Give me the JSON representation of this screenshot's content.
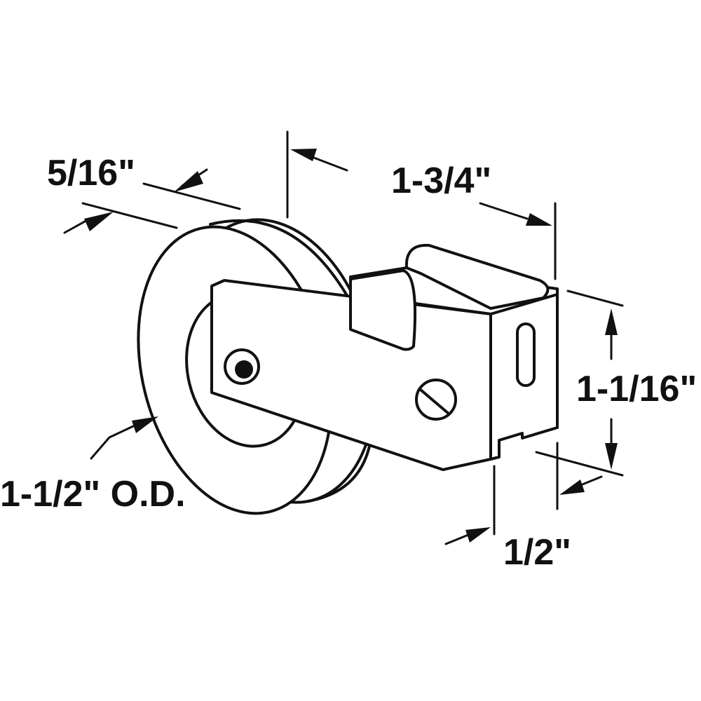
{
  "dimensions": {
    "width_label": "5/16\"",
    "length_label": "1-3/4\"",
    "height_label": "1-1/16\"",
    "diameter_label": "1-1/2\" O.D.",
    "depth_label": "1/2\""
  },
  "colors": {
    "line": "#111111",
    "background": "#ffffff"
  }
}
